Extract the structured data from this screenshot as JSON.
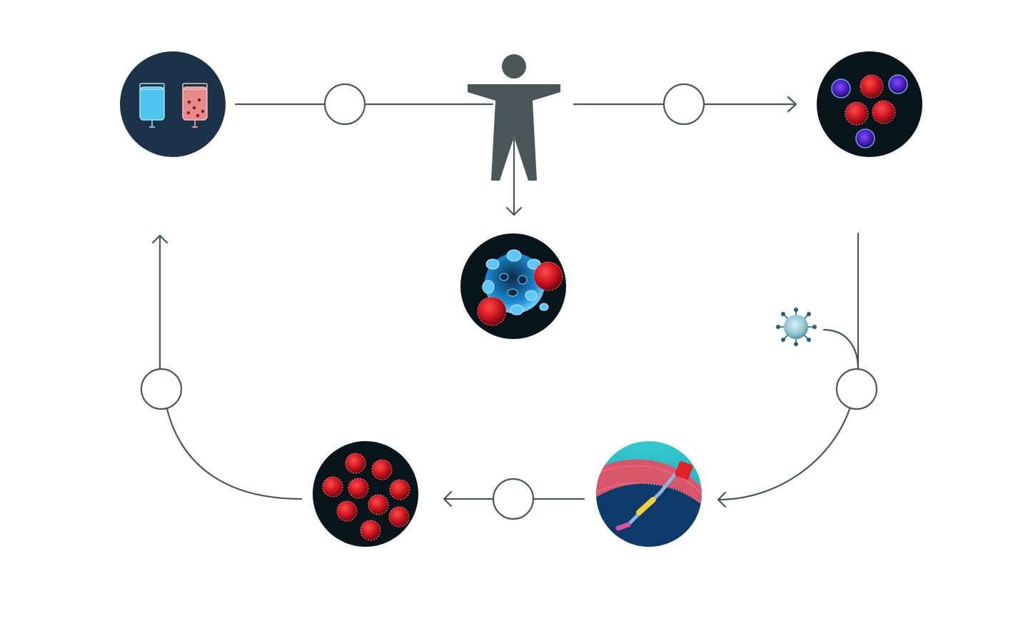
{
  "diagram": {
    "type": "car-t-therapy-cycle",
    "colors": {
      "line": "#4a5659",
      "person": "#4a5659",
      "node_dark": "#071419",
      "node_navy": "#1b3248",
      "cancer_cell": "#c8141e",
      "t_cell": "#5a2fc8",
      "membrane": "#d9556a",
      "cyan": "#1fb2bd",
      "virus": "#9ecfdc"
    },
    "nodes": [
      {
        "id": "infusion-bags",
        "icon": "iv-bags-icon"
      },
      {
        "id": "patient",
        "icon": "person-icon"
      },
      {
        "id": "collected-blood-cells",
        "icon": "blood-cells-icon"
      },
      {
        "id": "t-cell-attacking-cancer",
        "icon": "t-cell-attack-icon"
      },
      {
        "id": "viral-vector",
        "icon": "virus-icon"
      },
      {
        "id": "car-receptor-membrane",
        "icon": "membrane-receptor-icon"
      },
      {
        "id": "expanded-car-t-cells",
        "icon": "expanded-cells-icon"
      }
    ],
    "step_markers": 5
  }
}
